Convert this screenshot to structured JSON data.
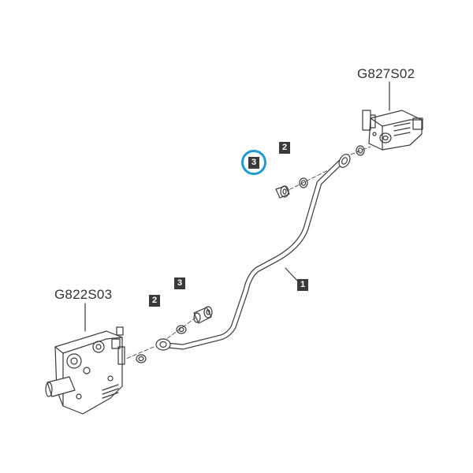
{
  "references": {
    "upper_valve": "G827S02",
    "lower_valve": "G822S03"
  },
  "callouts": {
    "pipe": "1",
    "washer_upper": "2",
    "bolt_upper": "3",
    "washer_lower": "2",
    "bolt_lower": "3"
  },
  "highlight": {
    "item": "3",
    "color": "#1e9ad6"
  },
  "colors": {
    "line": "#3a3a3a",
    "badge": "#3a3a3a",
    "text": "#333333"
  }
}
